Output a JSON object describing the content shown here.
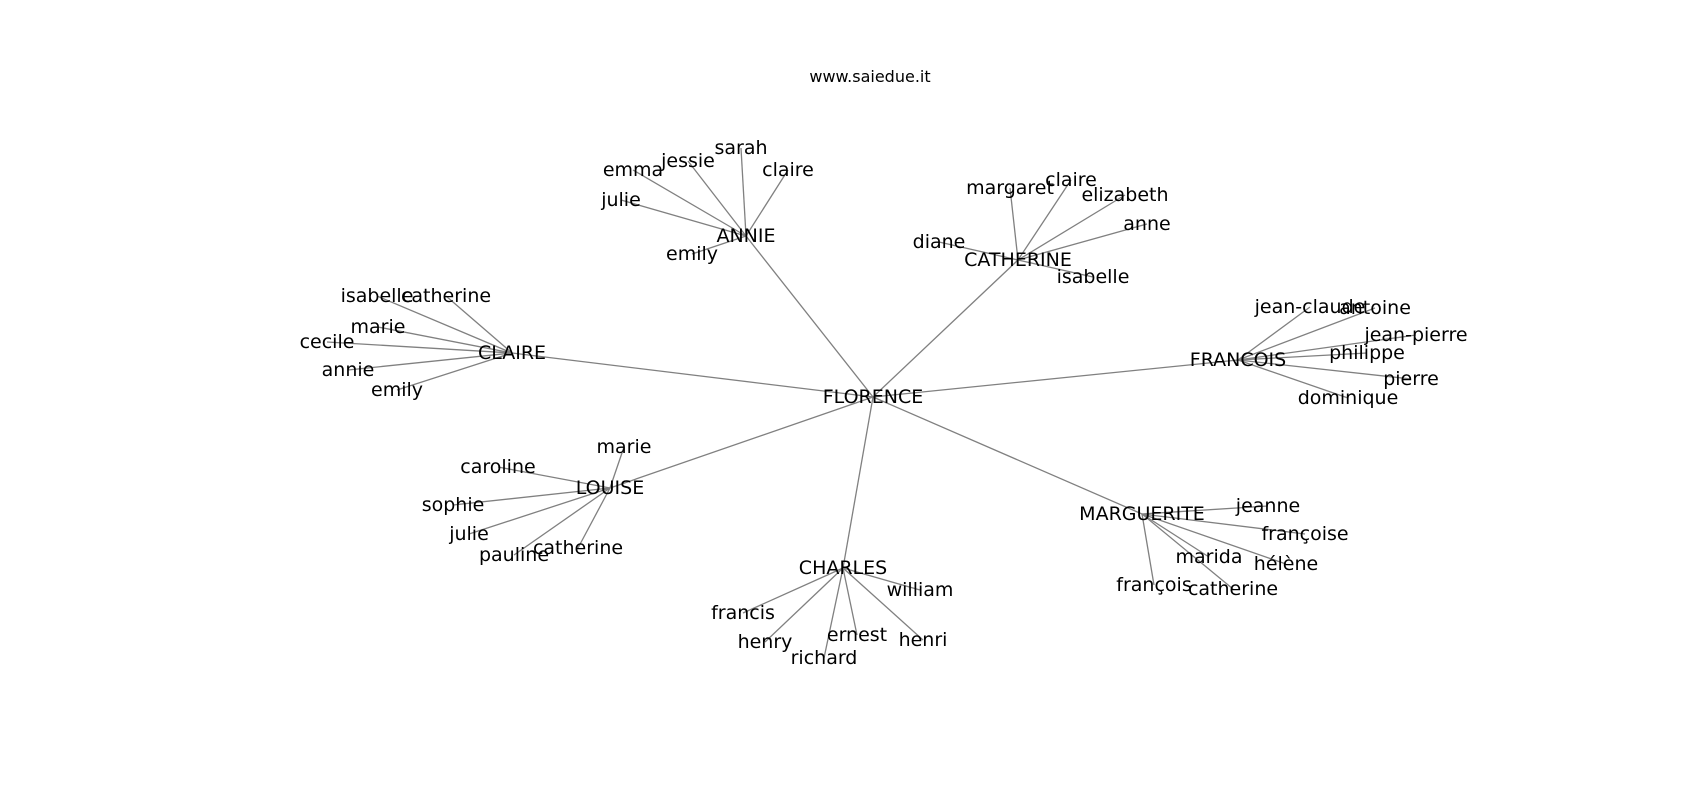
{
  "title": "www.saiedue.it",
  "graph": {
    "root": "FLORENCE",
    "groups": [
      {
        "name": "ANNIE",
        "children": [
          "emma",
          "jessie",
          "sarah",
          "claire",
          "julie",
          "emily"
        ]
      },
      {
        "name": "CATHERINE",
        "children": [
          "margaret",
          "claire",
          "elizabeth",
          "anne",
          "diane",
          "isabelle"
        ]
      },
      {
        "name": "CLAIRE",
        "children": [
          "isabelle",
          "catherine",
          "marie",
          "cecile",
          "annie",
          "emily"
        ]
      },
      {
        "name": "FRANCOIS",
        "children": [
          "jean-claude",
          "antoine",
          "jean-pierre",
          "philippe",
          "pierre",
          "dominique"
        ]
      },
      {
        "name": "LOUISE",
        "children": [
          "marie",
          "caroline",
          "sophie",
          "julie",
          "pauline",
          "catherine"
        ]
      },
      {
        "name": "CHARLES",
        "children": [
          "william",
          "francis",
          "henry",
          "ernest",
          "richard",
          "henri"
        ]
      },
      {
        "name": "MARGUERITE",
        "children": [
          "jeanne",
          "françoise",
          "marida",
          "hélène",
          "françois",
          "catherine"
        ]
      }
    ]
  }
}
